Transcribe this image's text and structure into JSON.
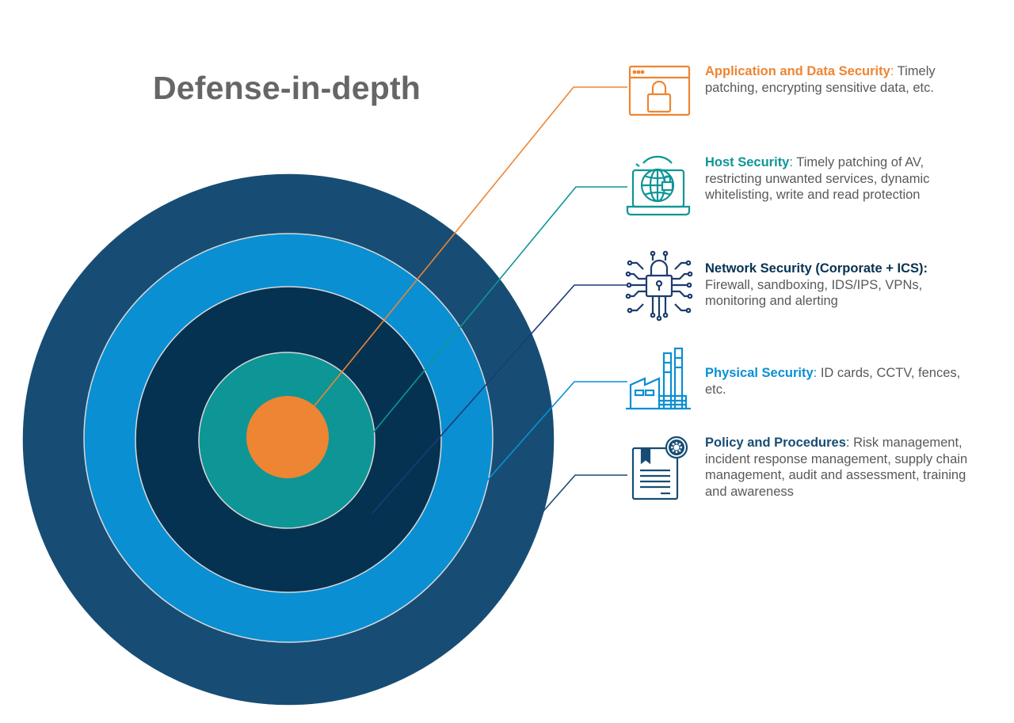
{
  "title": "Defense-in-depth",
  "colors": {
    "outer_ring": "#174D74",
    "second_ring": "#0A8FD3",
    "third_ring": "#063252",
    "fourth_ring": "#0E9596",
    "core": "#EE8532",
    "text": "#595959"
  },
  "layers": [
    {
      "title": "Application and Data Security",
      "sep": ":",
      "description": " Timely patching, encrypting sensitive data, etc.",
      "color": "#EE8532",
      "icon": "browser-lock-icon"
    },
    {
      "title": "Host Security",
      "sep": ":",
      "description": " Timely patching of AV, restricting unwanted services, dynamic whitelisting, write and read protection",
      "color": "#0E9596",
      "icon": "laptop-globe-lock-icon"
    },
    {
      "title": "Network Security (Corporate + ICS)",
      "sep": ":",
      "description": " Firewall, sandboxing, IDS/IPS, VPNs, monitoring and alerting",
      "color": "#063252",
      "icon": "circuit-padlock-icon"
    },
    {
      "title": "Physical Security",
      "sep": ":",
      "description": " ID cards, CCTV, fences, etc.",
      "color": "#0A8FD3",
      "icon": "factory-icon"
    },
    {
      "title": "Policy and Procedures",
      "sep": ":",
      "description": " Risk management, incident response management, supply chain management, audit and assessment, training and awareness",
      "color": "#174D74",
      "icon": "certificate-document-icon"
    }
  ]
}
